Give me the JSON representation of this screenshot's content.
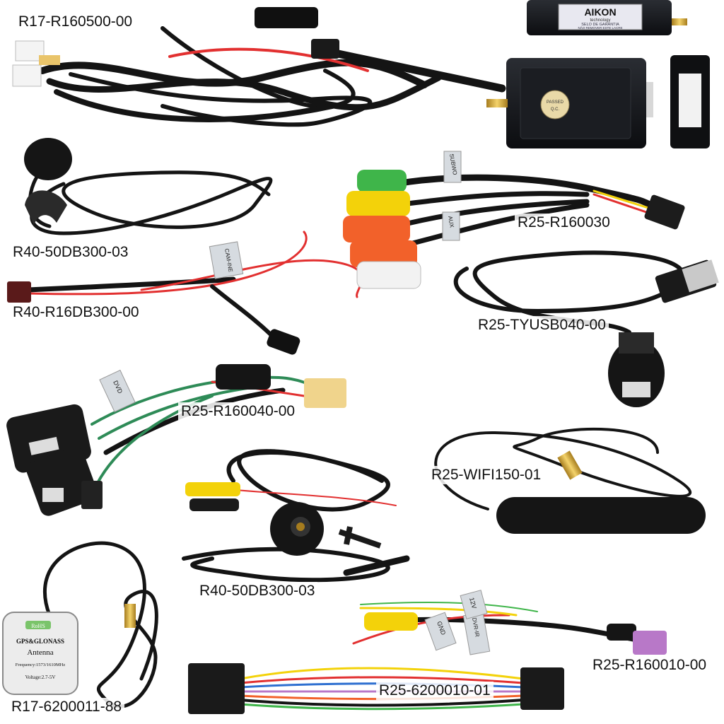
{
  "labels": {
    "r17_r160500_00": "R17-R160500-00",
    "r40_50db300_03_mic": "R40-50DB300-03",
    "r40_r16db300_00": "R40-R16DB300-00",
    "r25_r160030": "R25-R160030",
    "r25_tyusb040_00": "R25-TYUSB040-00",
    "r25_r160040_00": "R25-R160040-00",
    "r25_wifi150_01": "R25-WIFI150-01",
    "r40_50db300_03_cam": "R40-50DB300-03",
    "r25_r160010_00": "R25-R160010-00",
    "r25_6200010_01": "R25-6200010-01",
    "r17_6200011_88": "R17-6200011-88"
  },
  "box_text": {
    "brand": "AIKON",
    "brand_sub": "technology",
    "seal_1": "SELO DE GARANTIA",
    "seal_2": "NÃO REMOVER ESTE LACRE",
    "passed": "PASSED",
    "qc": "Q.C."
  },
  "gps_text": {
    "rohs": "RoHS",
    "title": "GPS&GLONASS",
    "antenna": "Antenna",
    "frequency": "Frequency:1573/1610MHz",
    "voltage": "Voltage:2.7-5V"
  },
  "tags": {
    "cam_in": "CAM-INE",
    "subwo": "SUBWO",
    "aux": "AUX",
    "dvd": "DVD",
    "gnd": "GND",
    "dvr_ir": "DVR-IR",
    "twelve_v": "12V"
  },
  "colors": {
    "cable": "#141414",
    "rca_yellow": "#f3d20a",
    "rca_red": "#f2612a",
    "rca_green": "#3fb54a",
    "rca_white": "#f2f2f2",
    "wire_red": "#e23030",
    "wire_green": "#2e8b57",
    "connector_purple": "#b878c8",
    "connector_beige": "#f0d48c"
  }
}
